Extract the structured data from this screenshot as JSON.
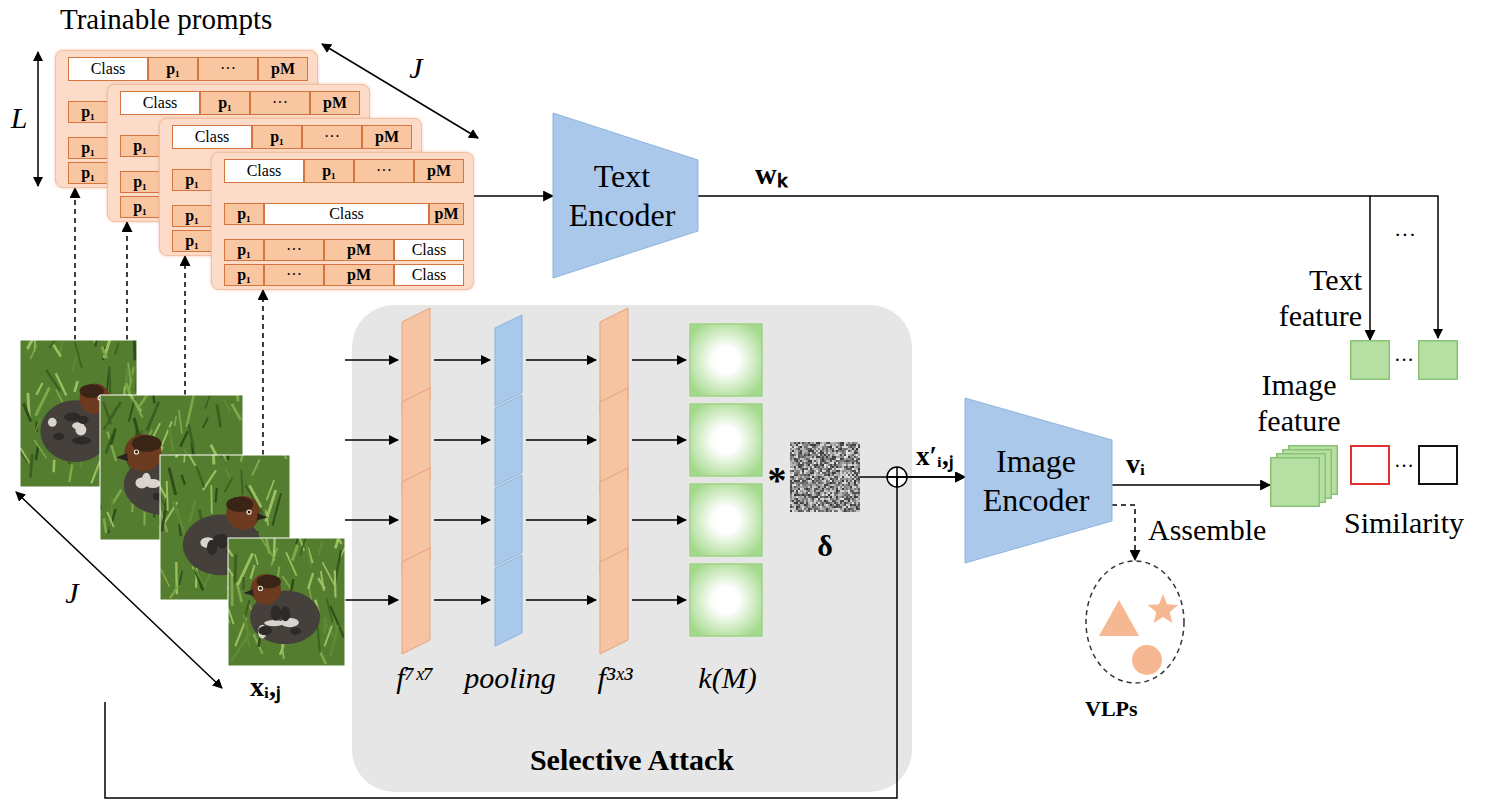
{
  "diagram": {
    "nodes": [
      {
        "text": [
          "Class",
          "p₁",
          "···",
          "pM",
          "p₁",
          "p₁",
          "p₁"
        ]
      },
      {
        "text": [
          "Class",
          "p₁",
          "···",
          "pM",
          "p₁",
          "p₁",
          "p₁"
        ]
      },
      {
        "text": [
          "Class",
          "p₁",
          "···",
          "pM",
          "p₁",
          "p₁",
          "p₁"
        ]
      },
      {
        "text": [
          "Class",
          "p₁",
          "···",
          "pM",
          "p₁",
          "Class",
          "pM",
          "p₁",
          "···",
          "pM",
          "Class",
          "p₁",
          "···",
          "pM",
          "Class"
        ]
      },
      {
        "text": [
          "Text Encoder"
        ]
      },
      {
        "text": [
          "xᵢ,ⱼ"
        ]
      },
      {
        "text": [
          "Selective Attack"
        ]
      },
      {
        "text": [
          "δ"
        ],
        "in": 6
      },
      {
        "text": [
          "Image Encoder"
        ]
      },
      {
        "text": [
          "Text feature",
          "···"
        ]
      },
      {
        "text": [
          "Image feature"
        ]
      },
      {
        "text": [
          "···",
          "Similarity"
        ]
      },
      {
        "text": [
          "VLPs"
        ]
      }
    ],
    "edges": [
      {
        "from": 3,
        "to": 4,
        "arrow": "to"
      },
      {
        "from": 4,
        "to": 9,
        "label": "wₖ",
        "arrow": "to"
      },
      {
        "from": 5,
        "to": 0,
        "arrow": "to"
      },
      {
        "from": 5,
        "to": 1,
        "arrow": "to"
      },
      {
        "from": 5,
        "to": 2,
        "arrow": "to"
      },
      {
        "from": 5,
        "to": 3,
        "arrow": "to"
      },
      {
        "from": 5,
        "to": 6,
        "arrow": "to"
      },
      {
        "from": 7,
        "to": 8,
        "label": "x′ᵢ,ⱼ",
        "arrow": "to"
      },
      {
        "from": 5,
        "to": 8,
        "arrow": "to"
      },
      {
        "from": 8,
        "to": 10,
        "label": "vᵢ",
        "arrow": "to"
      },
      {
        "from": 8,
        "to": 12,
        "label": "Assemble",
        "arrow": "to"
      }
    ],
    "labels": [
      "Trainable prompts",
      "L",
      "J",
      "J",
      "···",
      "f⁷ˣ⁷",
      "pooling",
      "f³ˣ³",
      "k(M)",
      "*"
    ]
  }
}
